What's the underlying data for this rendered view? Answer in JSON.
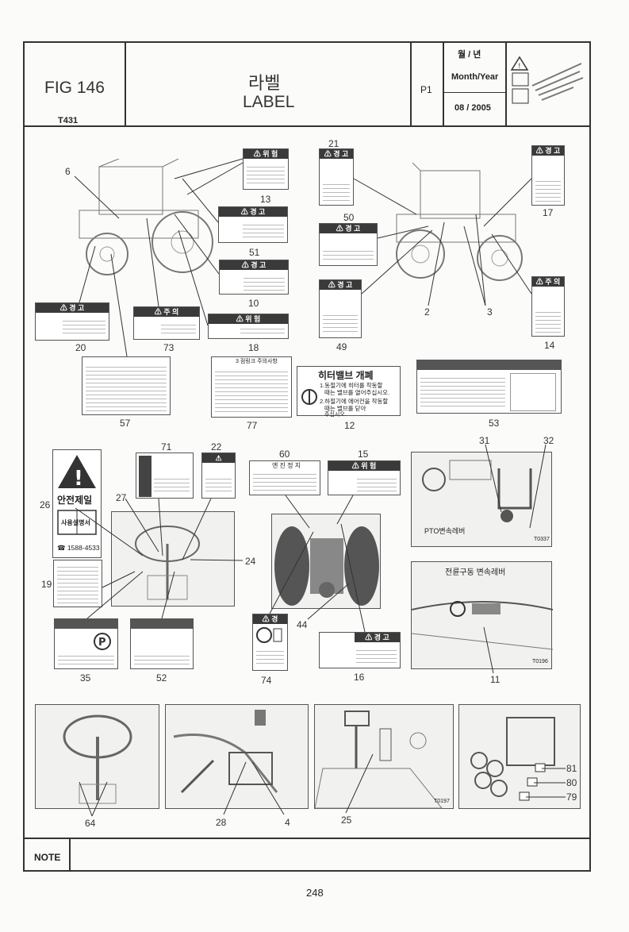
{
  "header": {
    "fig": "FIG 146",
    "model": "T431",
    "title_kor": "라벨",
    "title_eng": "LABEL",
    "page_code": "P1",
    "month_year_kor": "월 / 년",
    "month_year_label": "Month/Year",
    "date": "08 / 2005"
  },
  "callouts": [
    "6",
    "13",
    "51",
    "10",
    "18",
    "73",
    "20",
    "57",
    "77",
    "12",
    "21",
    "50",
    "49",
    "17",
    "2",
    "3",
    "14",
    "53",
    "71",
    "22",
    "26",
    "27",
    "24",
    "19",
    "35",
    "52",
    "60",
    "15",
    "44",
    "74",
    "16",
    "31",
    "32",
    "11",
    "64",
    "28",
    "4",
    "25",
    "81",
    "80",
    "79"
  ],
  "label_texts": {
    "heater_valve_title": "히터밸브 개폐",
    "heater_valve_line1": "1.동절기에 히터를 작동할",
    "heater_valve_line2": "때는 밸브를 열어주십시오.",
    "heater_valve_line3": "2.하절기에 에어컨을 작동할",
    "heater_valve_line4": "때는 밸브를 닫아",
    "heater_valve_line5": "주십시오.",
    "safety_first": "안전제일",
    "manual": "사용설명서",
    "phone": "☎ 1588-4533",
    "pto_lever": "PTO변속레버",
    "front_drive_lever": "전륜구동 변속레버",
    "photo_code_1": "T0337",
    "photo_code_2": "T0196",
    "photo_code_3": "T0197",
    "label_77_title": "3 점링크 주의사항",
    "label_60_title": "엔 진 정 지"
  },
  "footer": {
    "note_label": "NOTE",
    "page_number": "248"
  }
}
